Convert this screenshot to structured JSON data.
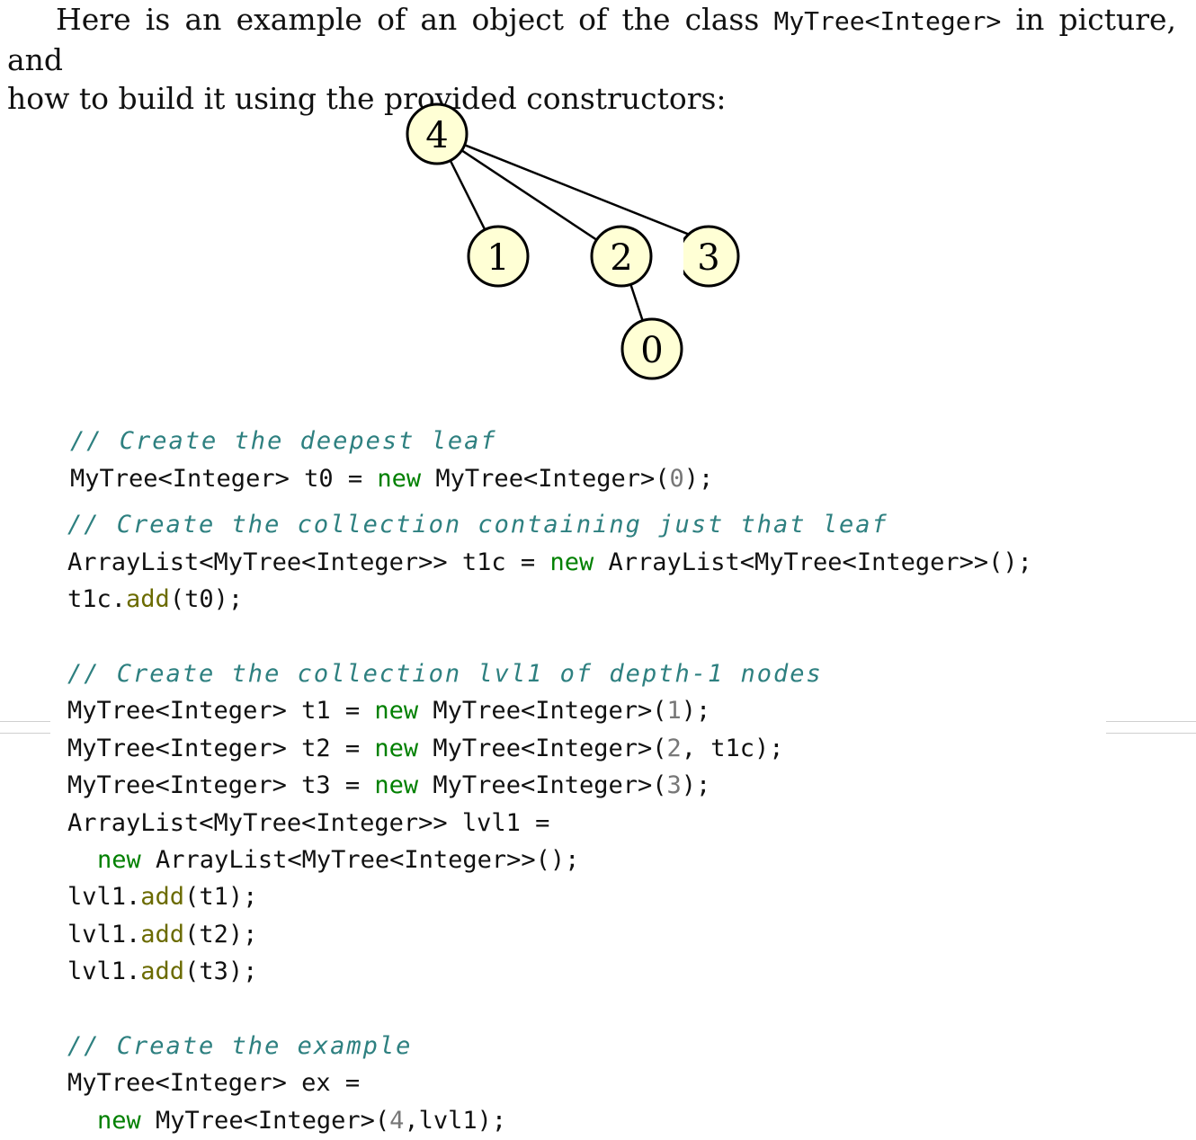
{
  "intro": {
    "line1_prefix": "Here is an example of an object of the class ",
    "line1_code": "MyTree<Integer>",
    "line1_suffix": " in picture, and",
    "line2": "how to build it using the provided constructors:"
  },
  "tree": {
    "nodes": [
      {
        "id": "n4",
        "label": "4"
      },
      {
        "id": "n1",
        "label": "1"
      },
      {
        "id": "n2",
        "label": "2"
      },
      {
        "id": "n3",
        "label": "3"
      },
      {
        "id": "n0",
        "label": "0"
      }
    ],
    "edges": [
      {
        "from": "4",
        "to": "1"
      },
      {
        "from": "4",
        "to": "2"
      },
      {
        "from": "4",
        "to": "3"
      },
      {
        "from": "2",
        "to": "0"
      }
    ],
    "node_fill": "#ffffd5",
    "stroke": "#000000"
  },
  "code": {
    "c1": "// Create the deepest leaf",
    "l1": {
      "a": "MyTree<Integer> t0 = ",
      "kw": "new",
      "b": " MyTree<Integer>(",
      "n": "0",
      "c": ");"
    },
    "c2": "// Create the collection containing just that leaf",
    "l2": {
      "a": "ArrayList<MyTree<Integer>> t1c = ",
      "kw": "new",
      "b": " ArrayList<MyTree<Integer>>();"
    },
    "l3": {
      "a": "t1c.",
      "fn": "add",
      "b": "(t0);"
    },
    "c3": "// Create the collection lvl1 of depth-1 nodes",
    "l4": {
      "a": "MyTree<Integer> t1 = ",
      "kw": "new",
      "b": " MyTree<Integer>(",
      "n": "1",
      "c": ");"
    },
    "l5": {
      "a": "MyTree<Integer> t2 = ",
      "kw": "new",
      "b": " MyTree<Integer>(",
      "n": "2",
      "c": ", t1c);"
    },
    "l6": {
      "a": "MyTree<Integer> t3 = ",
      "kw": "new",
      "b": " MyTree<Integer>(",
      "n": "3",
      "c": ");"
    },
    "l7": {
      "a": "ArrayList<MyTree<Integer>> lvl1 ="
    },
    "l8": {
      "kw": "new",
      "b": " ArrayList<MyTree<Integer>>();"
    },
    "l9": {
      "a": "lvl1.",
      "fn": "add",
      "b": "(t1);"
    },
    "l10": {
      "a": "lvl1.",
      "fn": "add",
      "b": "(t2);"
    },
    "l11": {
      "a": "lvl1.",
      "fn": "add",
      "b": "(t3);"
    },
    "c4": "// Create the example",
    "l12": {
      "a": "MyTree<Integer> ex ="
    },
    "l13": {
      "kw": "new",
      "b": " MyTree<Integer>(",
      "n": "4",
      "c": ",lvl1);"
    }
  },
  "colors": {
    "comment": "#2e8080",
    "keyword": "#008000",
    "method": "#6b6b00",
    "number": "#777777"
  }
}
